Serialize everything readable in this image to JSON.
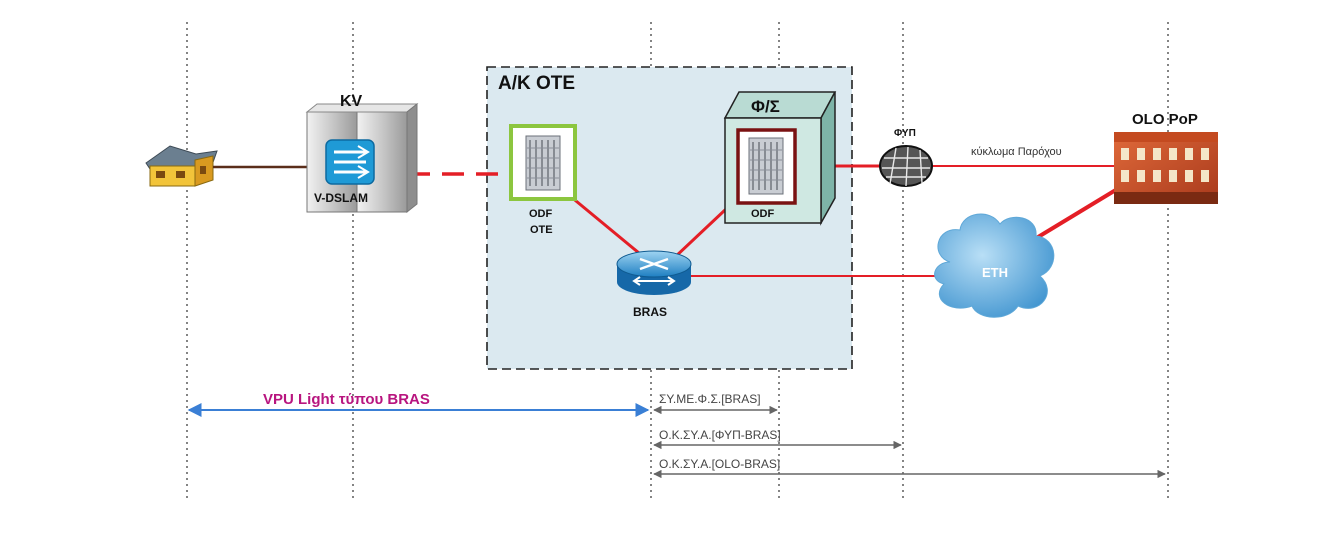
{
  "central_office": {
    "title": "Α/Κ ΟΤΕ"
  },
  "kv": {
    "title": "KV",
    "device_label": "V-DSLAM"
  },
  "odf_ote": {
    "line1": "ODF",
    "line2": "OTE"
  },
  "phi_sigma": {
    "title": "Φ/Σ",
    "odf_label": "ODF"
  },
  "bras": {
    "label": "BRAS"
  },
  "fyp": {
    "label": "ΦΥΠ"
  },
  "provider_circuit": {
    "label": "κύκλωμα Παρόχου"
  },
  "eth": {
    "label": "ETH"
  },
  "olo_pop": {
    "title": "OLO PoP"
  },
  "measurements": {
    "vpu": "VPU Light τύπου BRAS",
    "symefs": "ΣΥ.ΜΕ.Φ.Σ.[BRAS]",
    "oksya_fyp": "Ο.Κ.ΣΥ.Α.[ΦΥΠ-BRAS]",
    "oksya_olo": "Ο.Κ.ΣΥ.Α.[OLO-BRAS]"
  },
  "colors": {
    "link_red": "#e41e26",
    "measure_blue": "#3a7fd5",
    "vpu_text": "#b8157f",
    "odf_green": "#8cc63f",
    "odf_darkred": "#7a1212",
    "co_fill": "#dbe9f0"
  }
}
